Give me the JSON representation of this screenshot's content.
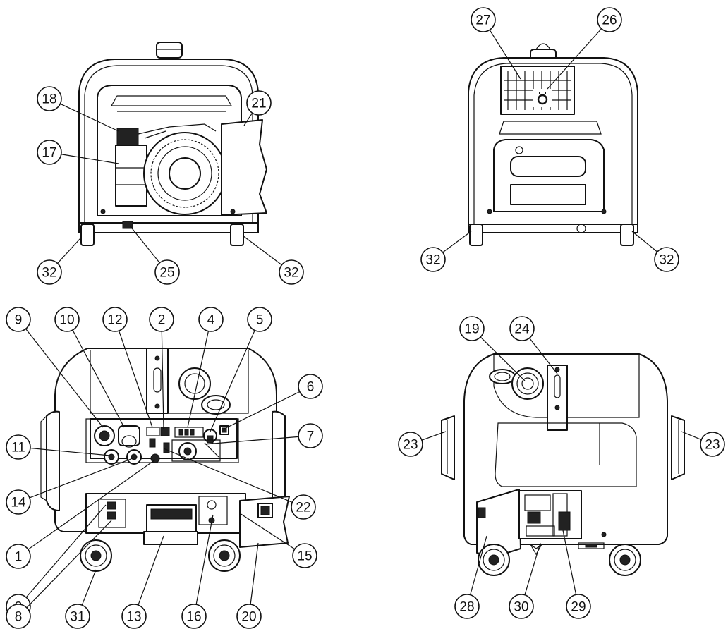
{
  "views": [
    {
      "name": "front-view-open-cover",
      "callouts": [
        {
          "label": "18"
        },
        {
          "label": "21"
        },
        {
          "label": "17"
        },
        {
          "label": "32"
        },
        {
          "label": "25"
        },
        {
          "label": "32"
        }
      ]
    },
    {
      "name": "rear-view",
      "callouts": [
        {
          "label": "27"
        },
        {
          "label": "26"
        },
        {
          "label": "32"
        },
        {
          "label": "32"
        }
      ]
    },
    {
      "name": "control-panel-view",
      "callouts": [
        {
          "label": "9"
        },
        {
          "label": "10"
        },
        {
          "label": "12"
        },
        {
          "label": "2"
        },
        {
          "label": "4"
        },
        {
          "label": "5"
        },
        {
          "label": "6"
        },
        {
          "label": "11"
        },
        {
          "label": "7"
        },
        {
          "label": "14"
        },
        {
          "label": "22"
        },
        {
          "label": "1"
        },
        {
          "label": "3"
        },
        {
          "label": "15"
        },
        {
          "label": "8"
        },
        {
          "label": "31"
        },
        {
          "label": "13"
        },
        {
          "label": "16"
        },
        {
          "label": "20"
        }
      ]
    },
    {
      "name": "side-view-open-panel",
      "callouts": [
        {
          "label": "19"
        },
        {
          "label": "24"
        },
        {
          "label": "23"
        },
        {
          "label": "23"
        },
        {
          "label": "28"
        },
        {
          "label": "30"
        },
        {
          "label": "29"
        }
      ]
    }
  ]
}
